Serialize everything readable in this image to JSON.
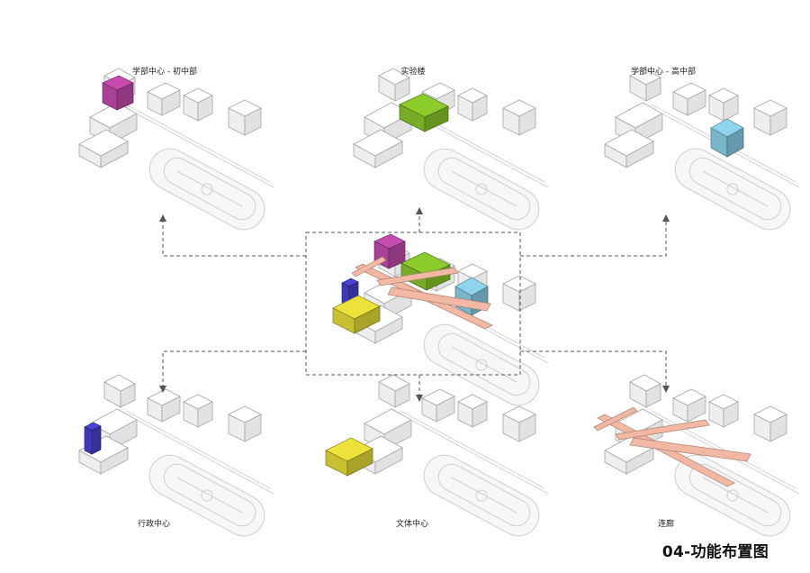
{
  "title": "04-功能布置图",
  "panels": {
    "junior": {
      "label": "学部中心 - 初中部",
      "color": "#c74cb0"
    },
    "lab": {
      "label": "实验楼",
      "color": "#8ccc2a"
    },
    "senior": {
      "label": "学部中心 - 高中部",
      "color": "#8ed4ec"
    },
    "admin": {
      "label": "行政中心",
      "color": "#4a44d4"
    },
    "culture": {
      "label": "文体中心",
      "color": "#ece23a"
    },
    "corridor": {
      "label": "连廊",
      "color": "#f3b8a4"
    }
  },
  "colors": {
    "massing": "#ffffff",
    "outline": "#9a9a9a",
    "arrow": "#555555"
  }
}
